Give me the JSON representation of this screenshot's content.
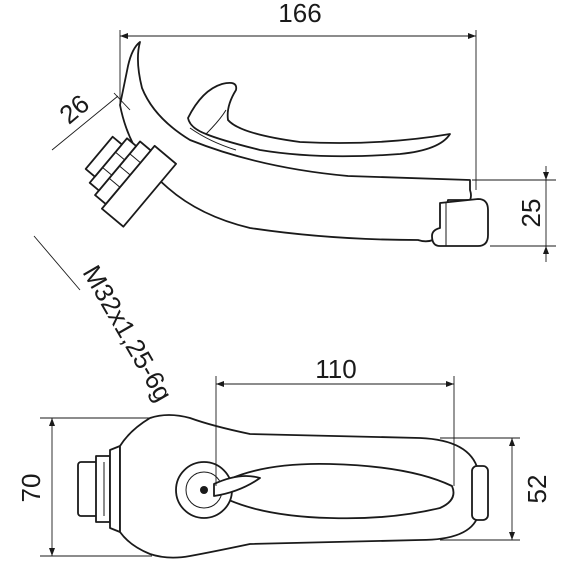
{
  "drawing": {
    "side_view": {
      "overall_length": "166",
      "thread_offset": "26",
      "spout_height": "25",
      "thread_spec": "M32x1,25-6g"
    },
    "top_view": {
      "handle_length": "110",
      "body_width": "70",
      "handle_width": "52"
    }
  }
}
